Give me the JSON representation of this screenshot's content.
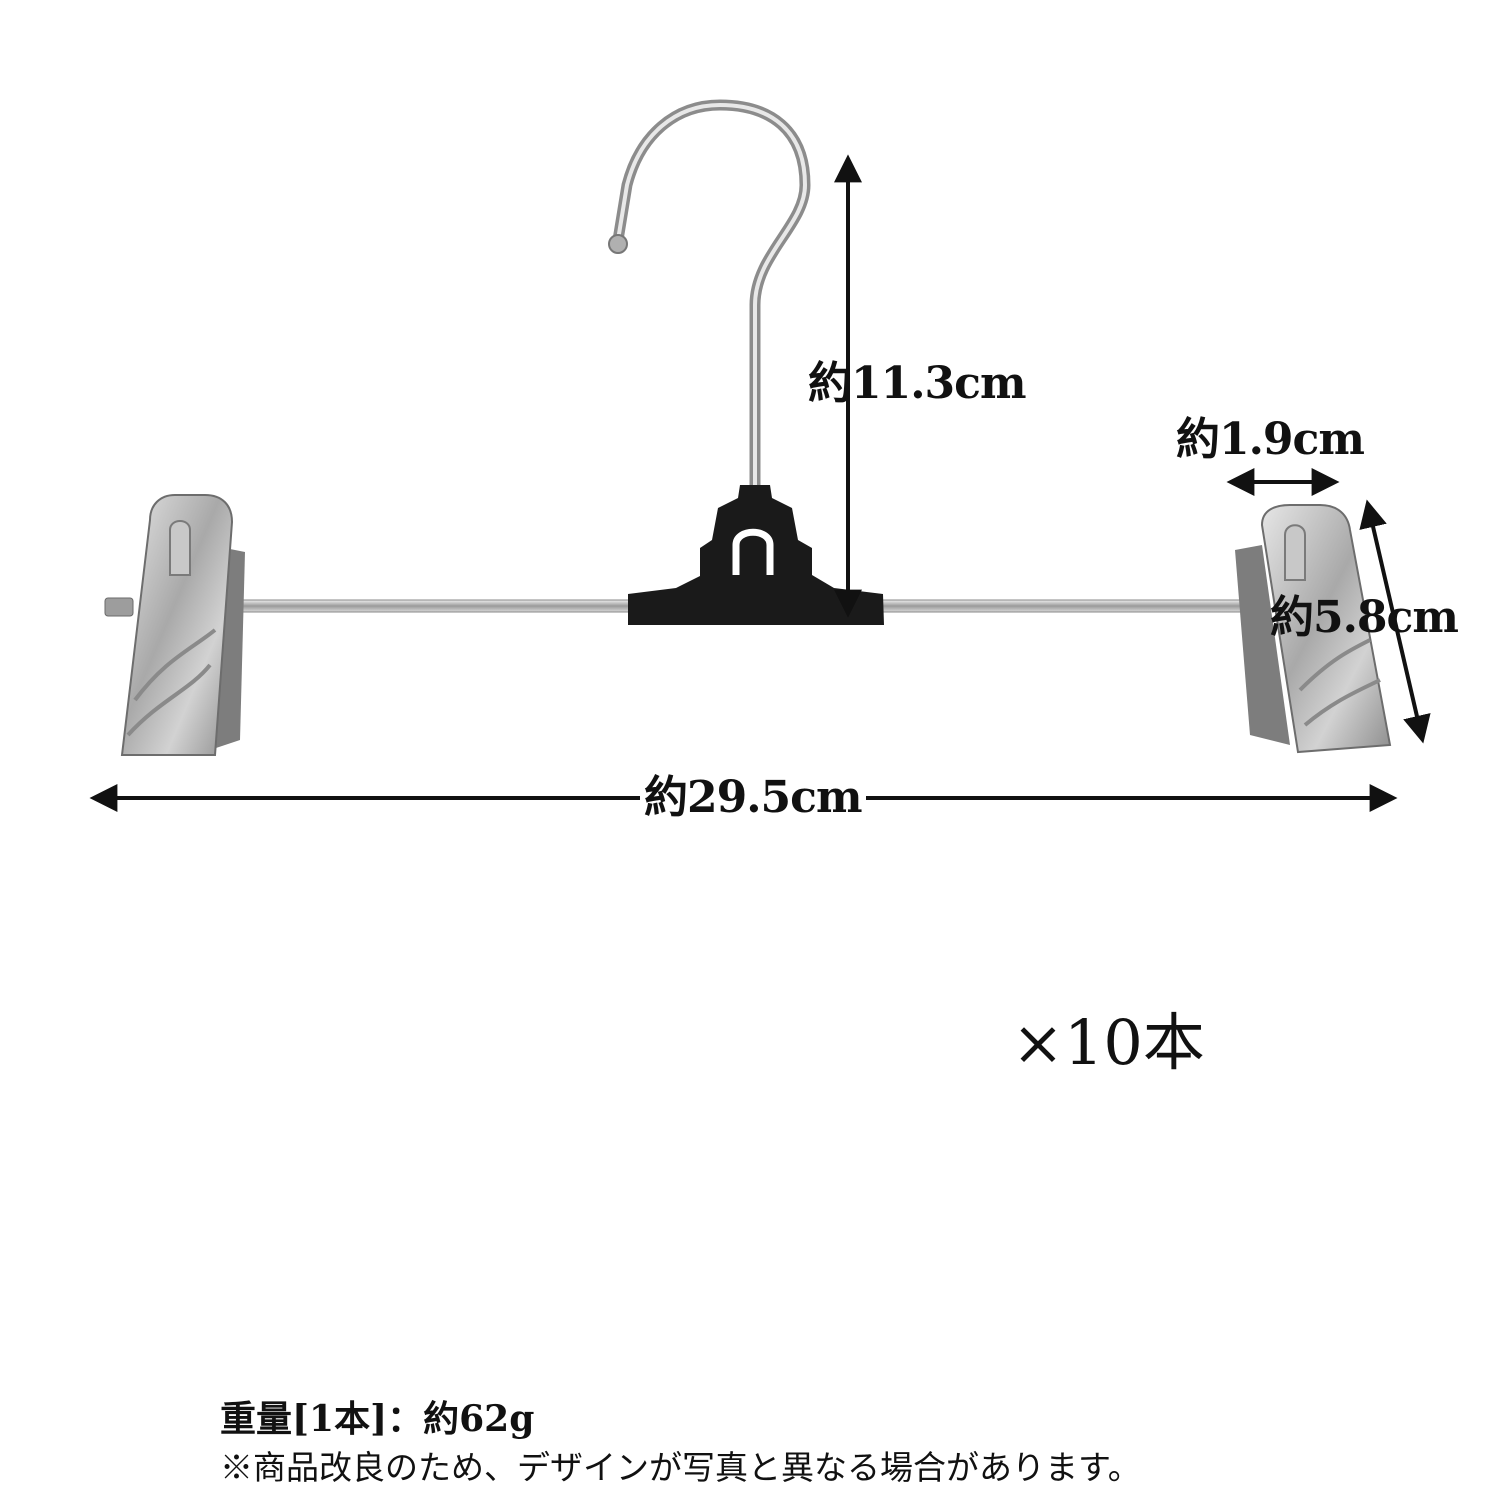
{
  "dimensions": {
    "height": "約11.3cm",
    "clip_width": "約1.9cm",
    "clip_height": "約5.8cm",
    "total_width": "約29.5cm"
  },
  "quantity": "×10本",
  "notes": {
    "weight": "重量[1本]：約62g",
    "disclaimer": "※商品改良のため、デザインが写真と異なる場合があります。"
  },
  "colors": {
    "background": "#ffffff",
    "text": "#111111",
    "metal": "#b9b9b9",
    "hanger_pad": "#1a1a1a"
  },
  "icons": [
    "hanger-icon",
    "clip-icon",
    "double-arrow-icon"
  ]
}
